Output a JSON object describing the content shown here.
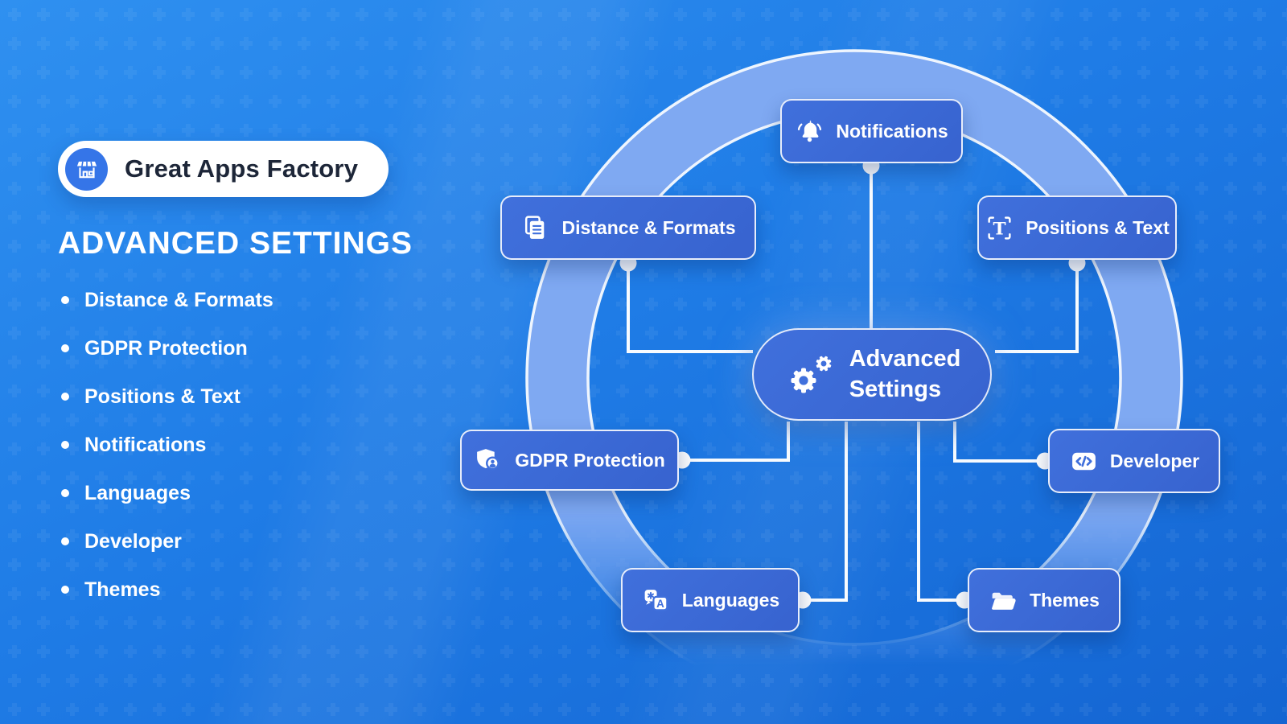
{
  "brand": {
    "name": "Great Apps Factory"
  },
  "heading": "ADVANCED SETTINGS",
  "features": [
    "Distance & Formats",
    "GDPR Protection",
    "Positions & Text",
    "Notifications",
    "Languages",
    "Developer",
    "Themes"
  ],
  "diagram": {
    "center": {
      "line1": "Advanced",
      "line2": "Settings"
    },
    "nodes": [
      {
        "id": "notifications",
        "label": "Notifications",
        "icon": "bell-icon"
      },
      {
        "id": "distance-formats",
        "label": "Distance & Formats",
        "icon": "documents-icon"
      },
      {
        "id": "positions-text",
        "label": "Positions & Text",
        "icon": "text-selection-icon"
      },
      {
        "id": "gdpr-protection",
        "label": "GDPR Protection",
        "icon": "shield-user-icon"
      },
      {
        "id": "developer",
        "label": "Developer",
        "icon": "code-icon"
      },
      {
        "id": "languages",
        "label": "Languages",
        "icon": "translate-icon"
      },
      {
        "id": "themes",
        "label": "Themes",
        "icon": "folder-icon"
      }
    ],
    "icon_glyphs": {
      "positions_text": "T",
      "languages_front": "A"
    }
  },
  "colors": {
    "bg_top": "#2f90f0",
    "bg_mid": "#1f7ce6",
    "bg_bottom": "#1465d2",
    "node_fill": "#4070dc",
    "node_fill_dark": "#3763cf",
    "ring": "#7fa9f2",
    "line": "#ffffff",
    "badge_text": "#1d2638",
    "logo_circle": "#3575e8",
    "list_text": "#ffffff"
  }
}
